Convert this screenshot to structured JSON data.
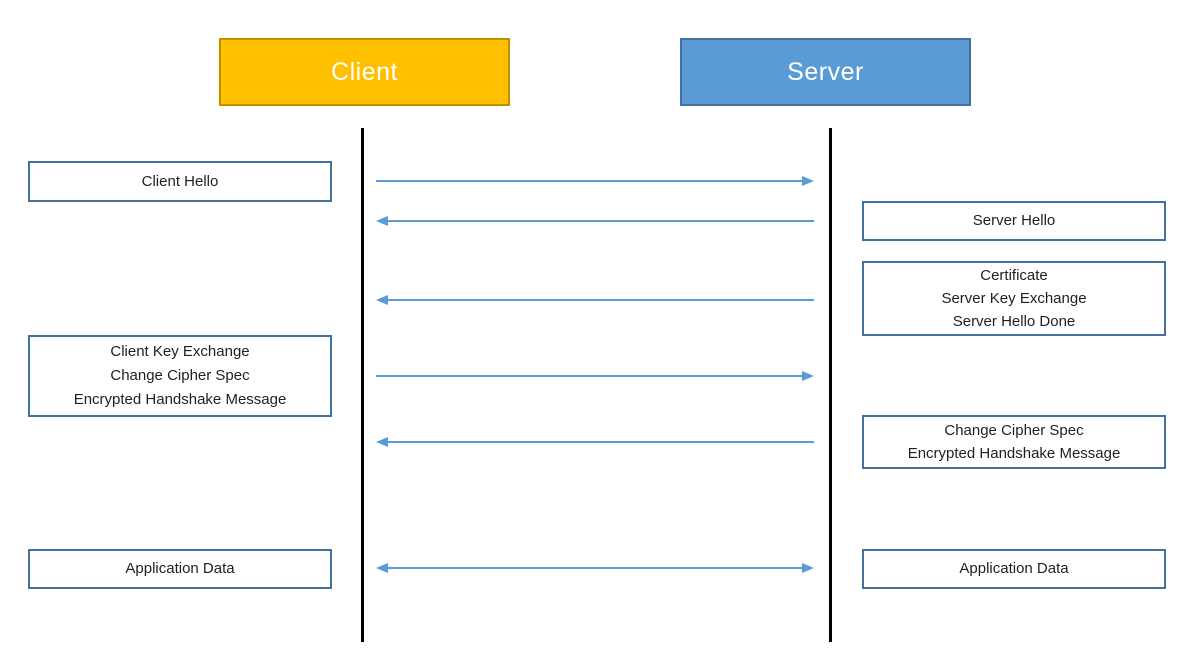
{
  "diagram": {
    "type": "sequence-diagram",
    "subject": "TLS handshake between Client and Server"
  },
  "colors": {
    "client_fill": "#FFC000",
    "client_border": "#BF9000",
    "server_fill": "#5B9BD5",
    "server_border": "#41719C",
    "message_box_border": "#41719C",
    "arrow": "#5B9BD5",
    "lifeline": "#000000",
    "text": "#1F1F1F",
    "actor_text": "#FFFFFF",
    "background": "#FFFFFF"
  },
  "actors": {
    "client": {
      "label": "Client"
    },
    "server": {
      "label": "Server"
    }
  },
  "left_boxes": [
    {
      "lines": [
        "Client Hello"
      ]
    },
    {
      "lines": [
        "Client Key Exchange",
        "Change Cipher Spec",
        "Encrypted Handshake Message"
      ]
    },
    {
      "lines": [
        "Application Data"
      ]
    }
  ],
  "right_boxes": [
    {
      "lines": [
        "Server Hello"
      ]
    },
    {
      "lines": [
        "Certificate",
        "Server Key Exchange",
        "Server Hello Done"
      ]
    },
    {
      "lines": [
        "Change Cipher Spec",
        "Encrypted Handshake Message"
      ]
    },
    {
      "lines": [
        "Application Data"
      ]
    }
  ],
  "messages": [
    {
      "label": "Client Hello",
      "direction": "client-to-server"
    },
    {
      "label": "Server Hello",
      "direction": "server-to-client"
    },
    {
      "label": "Certificate, Server Key Exchange, Server Hello Done",
      "direction": "server-to-client"
    },
    {
      "label": "Client Key Exchange, Change Cipher Spec, Encrypted Handshake Message",
      "direction": "client-to-server"
    },
    {
      "label": "Change Cipher Spec, Encrypted Handshake Message",
      "direction": "server-to-client"
    },
    {
      "label": "Application Data",
      "direction": "bidirectional"
    }
  ]
}
